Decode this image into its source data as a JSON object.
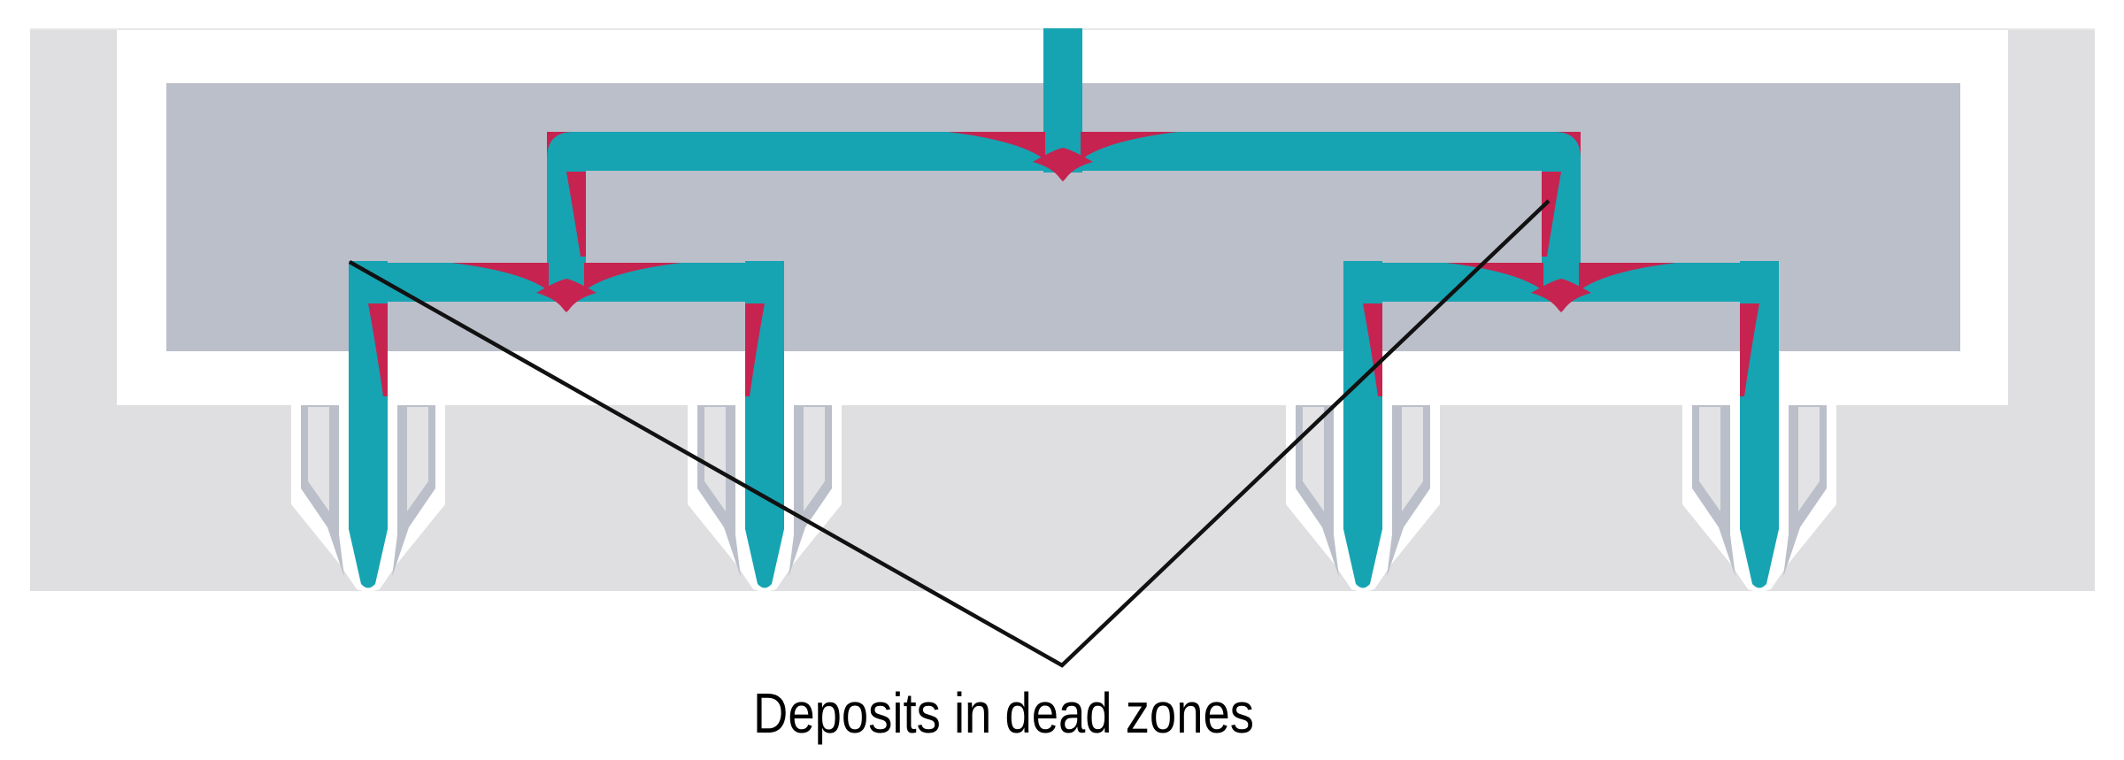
{
  "annotation": {
    "label": "Deposits in dead zones"
  },
  "diagram": {
    "nozzle_count": 4,
    "junction_count": 3,
    "deposit_sites": [
      "level-1 T-junction",
      "left level-2 junction",
      "right level-2 junction",
      "channel bends",
      "outlet corners"
    ]
  },
  "colors": {
    "background": "#ffffff",
    "housing": "#dfdfe1",
    "manifold": "#bbbfca",
    "channel": "#16a4b2",
    "deposit": "#c72350",
    "nozzle_outline": "#ffffff",
    "nozzle_wall": "#bbbfca",
    "nozzle_core": "#e3e3e5",
    "rim": "#e8e8ea",
    "line": "#111111",
    "text": "#000000"
  }
}
